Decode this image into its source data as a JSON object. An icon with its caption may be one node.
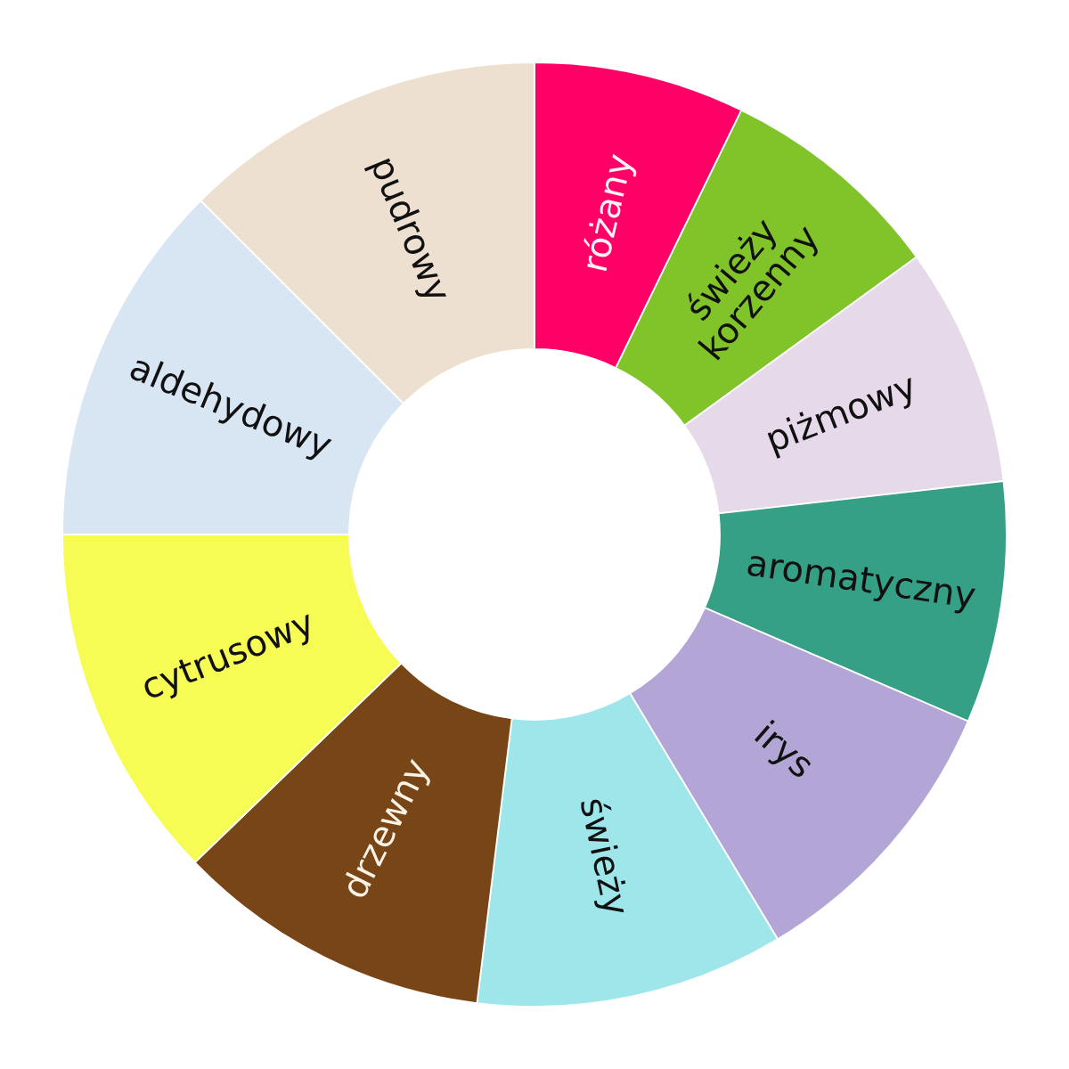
{
  "diagram": {
    "nodes": [
      {
        "text": [
          "różany"
        ]
      },
      {
        "text": [
          "świeży korzenny"
        ]
      },
      {
        "text": [
          "piżmowy"
        ]
      },
      {
        "text": [
          "aromatyczny"
        ]
      },
      {
        "text": [
          "irys"
        ]
      },
      {
        "text": [
          "świeży"
        ]
      },
      {
        "text": [
          "drzewny"
        ]
      },
      {
        "text": [
          "cytrusowy"
        ]
      },
      {
        "text": [
          "aldehydowy"
        ]
      },
      {
        "text": [
          "pudrowy"
        ]
      }
    ]
  }
}
